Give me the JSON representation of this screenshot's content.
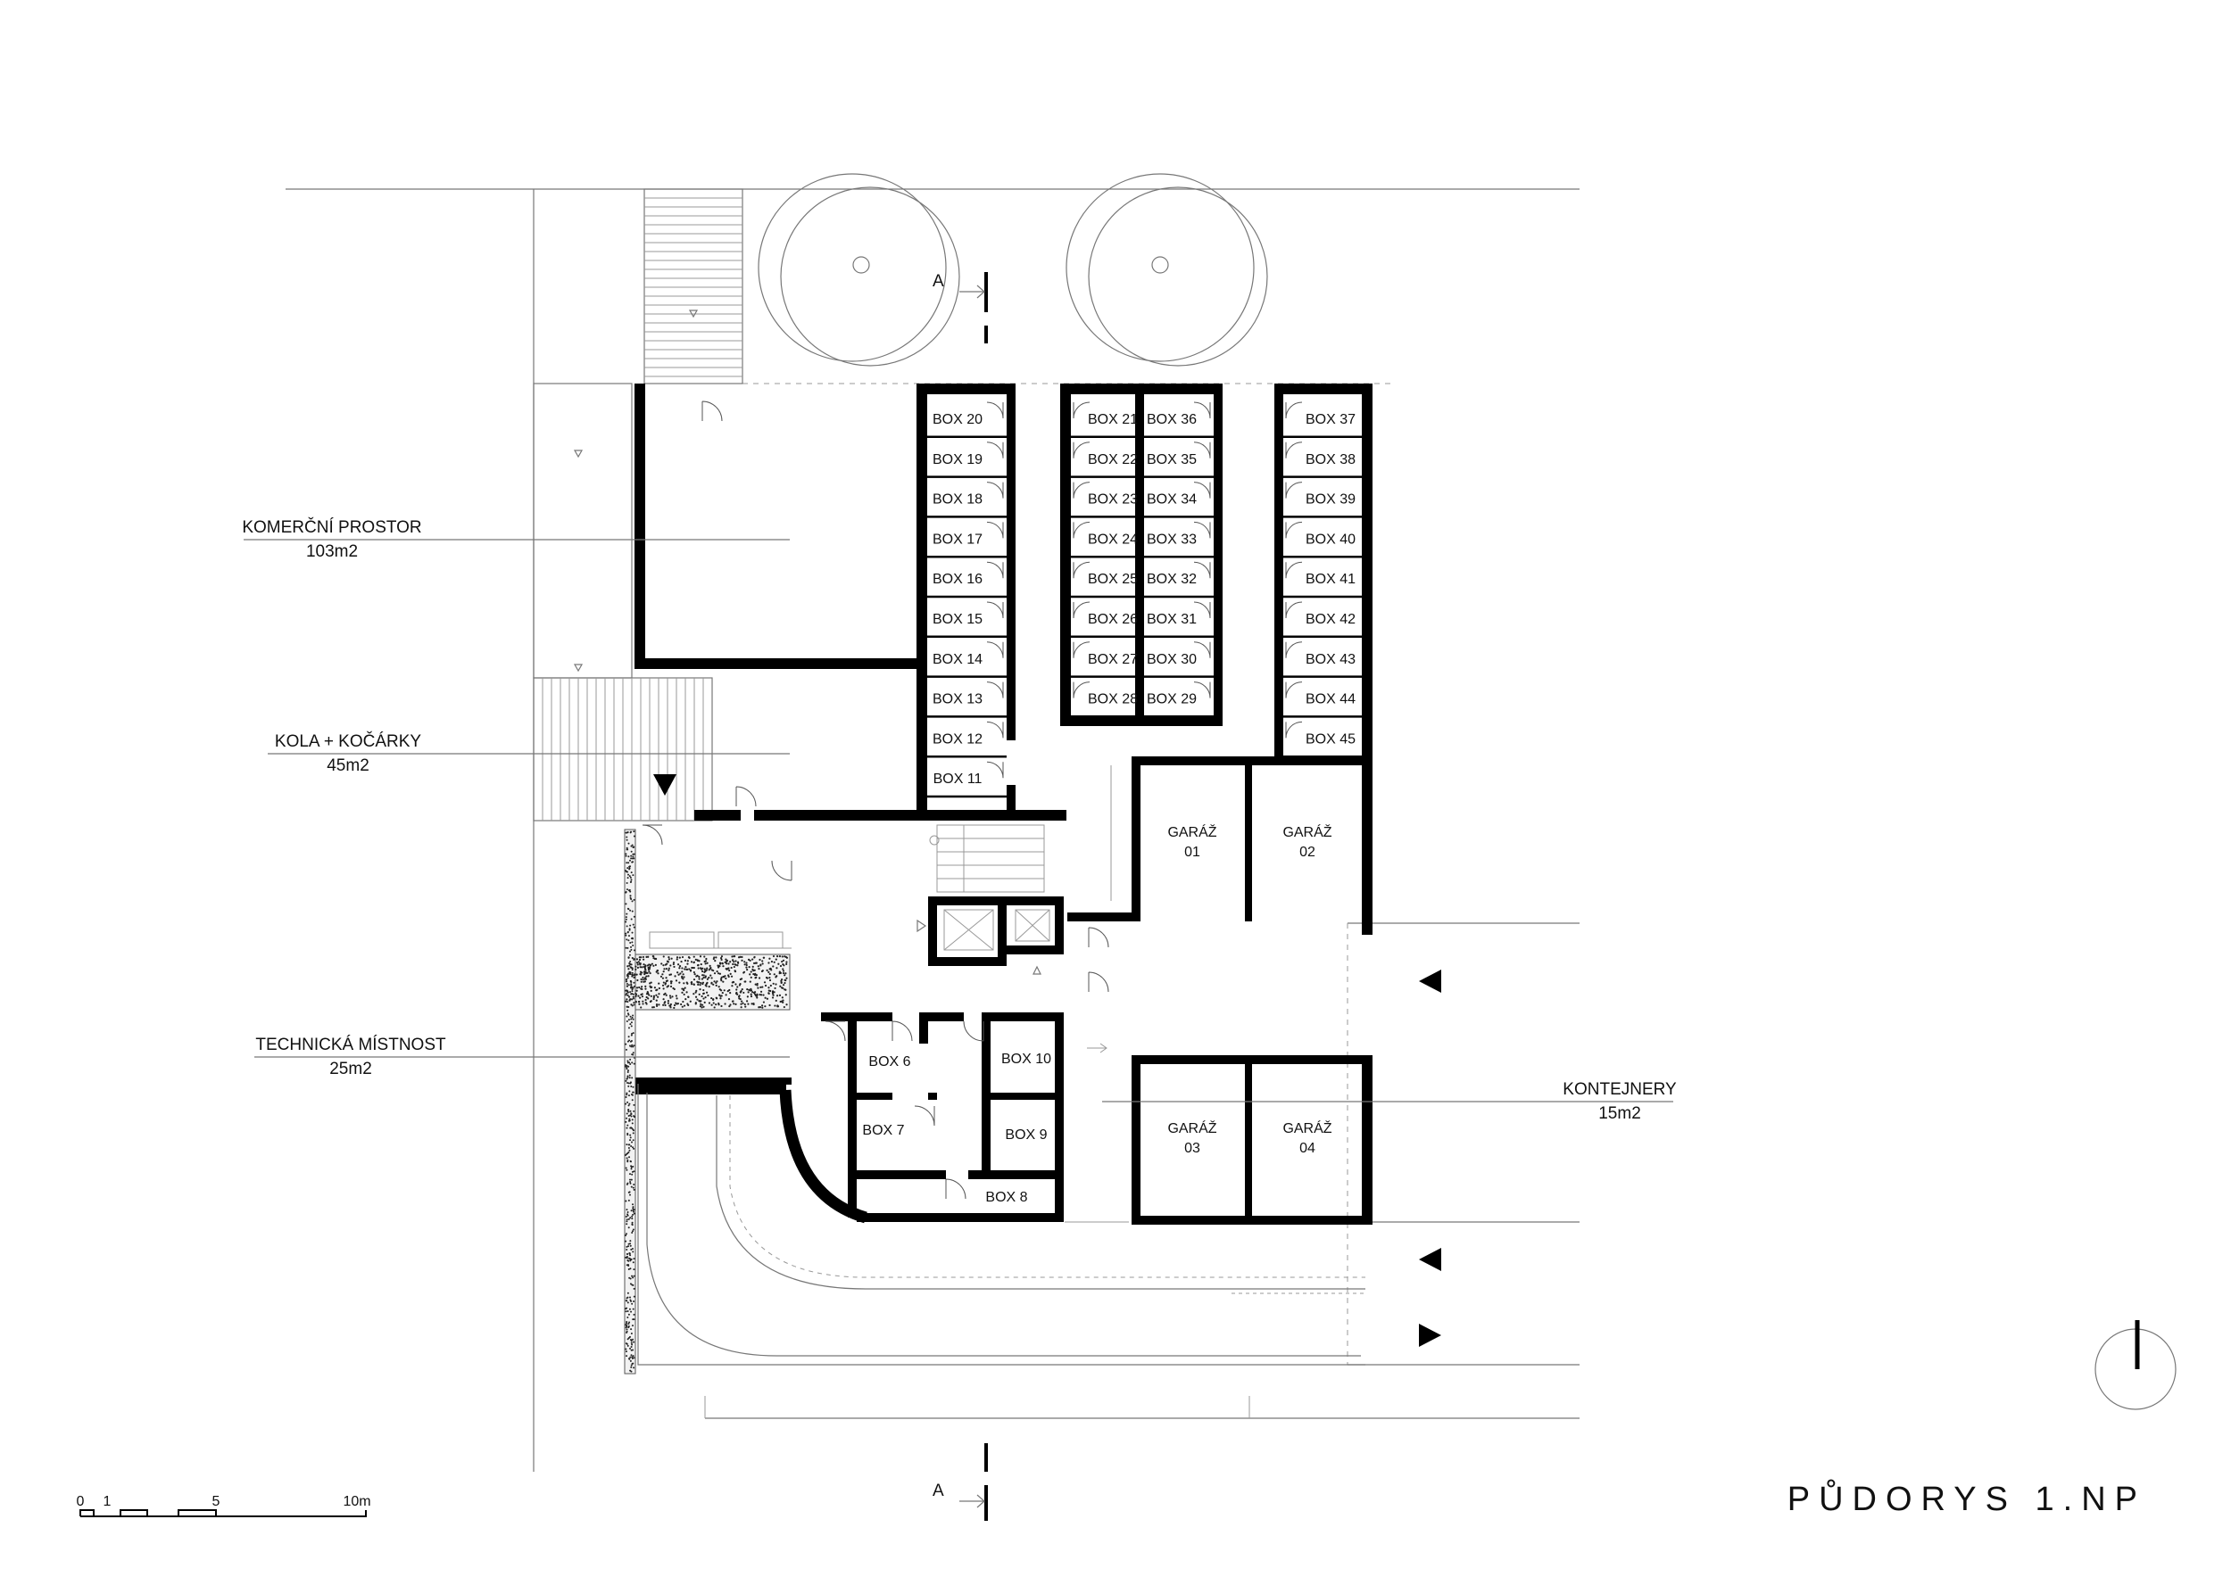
{
  "title": "PŮDORYS 1.NP",
  "section_marker": "A",
  "rooms": [
    {
      "name": "KOMERČNÍ PROSTOR",
      "area": "103m2"
    },
    {
      "name": "KOLA + KOČÁRKY",
      "area": "45m2"
    },
    {
      "name": "TECHNICKÁ MÍSTNOST",
      "area": "25m2"
    },
    {
      "name": "KONTEJNERY",
      "area": "15m2"
    }
  ],
  "boxes": {
    "col1": [
      "BOX 20",
      "BOX 19",
      "BOX 18",
      "BOX 17",
      "BOX 16",
      "BOX 15",
      "BOX 14",
      "BOX 13",
      "BOX 12",
      "BOX 11"
    ],
    "col2": [
      "BOX 21",
      "BOX 22",
      "BOX 23",
      "BOX 24",
      "BOX 25",
      "BOX 26",
      "BOX 27",
      "BOX 28"
    ],
    "col3": [
      "BOX 36",
      "BOX 35",
      "BOX 34",
      "BOX 33",
      "BOX 32",
      "BOX 31",
      "BOX 30",
      "BOX 29"
    ],
    "col4": [
      "BOX 37",
      "BOX 38",
      "BOX 39",
      "BOX 40",
      "BOX 41",
      "BOX 42",
      "BOX 43",
      "BOX 44",
      "BOX 45"
    ],
    "lower": {
      "box6": "BOX 6",
      "box7": "BOX 7",
      "box8": "BOX 8",
      "box9": "BOX 9",
      "box10": "BOX 10"
    }
  },
  "garages": [
    {
      "label": "GARÁŽ",
      "num": "01"
    },
    {
      "label": "GARÁŽ",
      "num": "02"
    },
    {
      "label": "GARÁŽ",
      "num": "03"
    },
    {
      "label": "GARÁŽ",
      "num": "04"
    }
  ],
  "scale_bar": {
    "labels": [
      "0",
      "1",
      "5",
      "10m"
    ]
  }
}
